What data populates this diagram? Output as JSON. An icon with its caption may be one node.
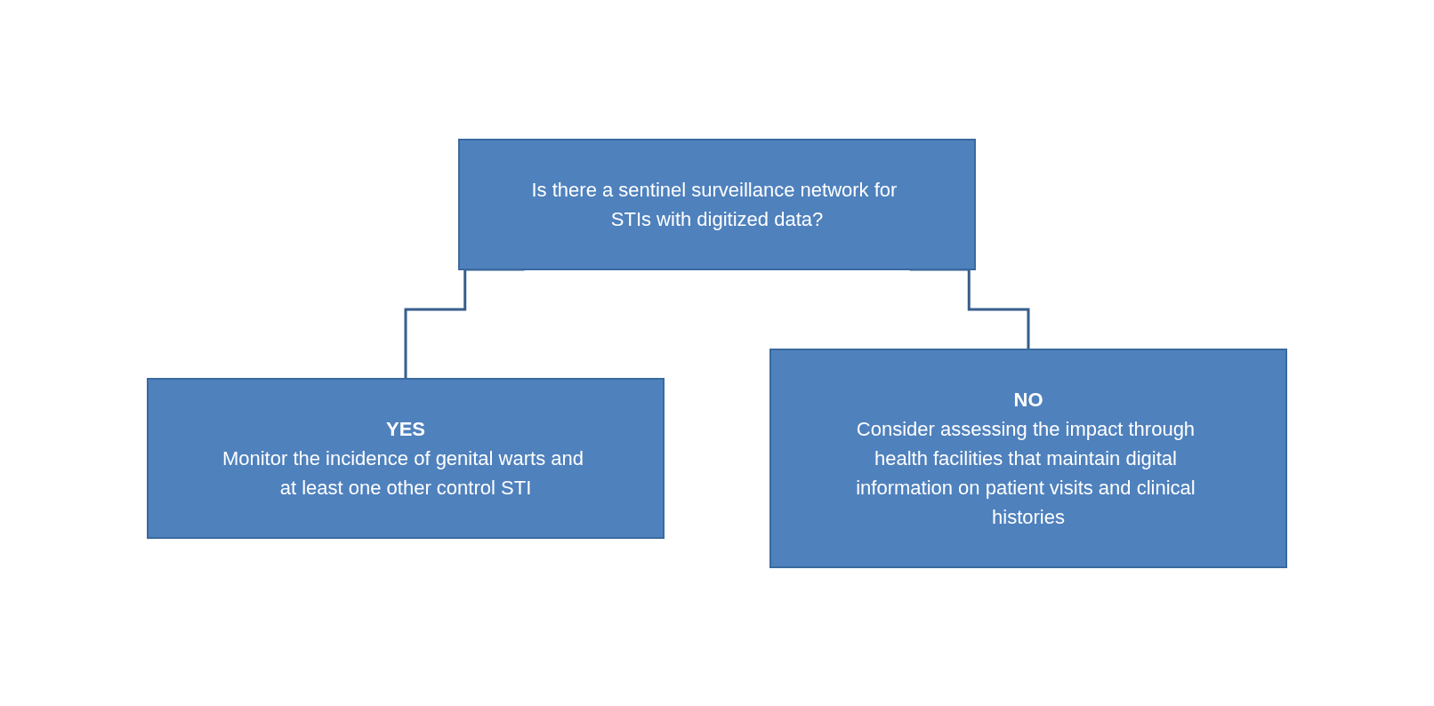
{
  "diagram": {
    "nodes": [
      {
        "text": [
          "Is there a sentinel surveillance network for STIs with digitized data?"
        ]
      },
      {
        "text": [
          "YES",
          "Monitor the incidence of genital warts and at least one other control STI"
        ]
      },
      {
        "text": [
          "NO",
          "Consider assessing the impact through health facilities that maintain digital information on patient visits and clinical histories"
        ]
      }
    ],
    "edges": [
      {
        "from": 0,
        "to": 1,
        "arrow": "none"
      },
      {
        "from": 0,
        "to": 2,
        "arrow": "none"
      }
    ]
  }
}
